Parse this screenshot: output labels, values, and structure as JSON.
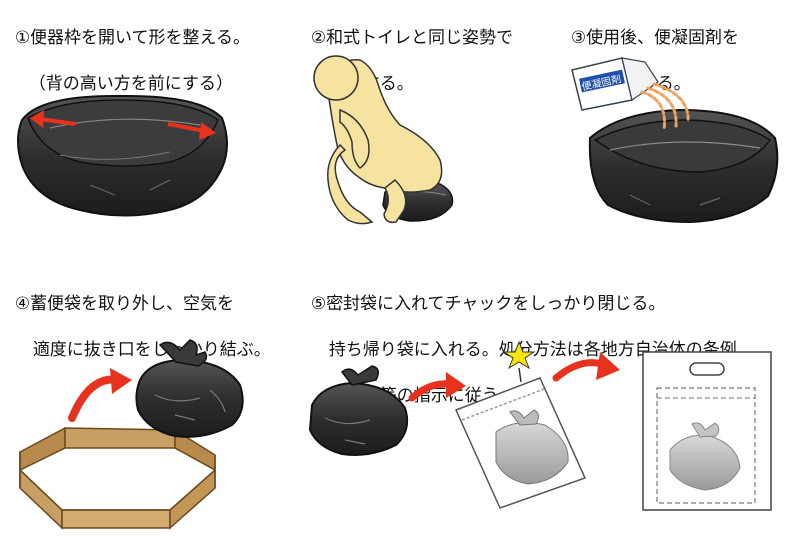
{
  "steps": [
    {
      "number": "①",
      "lines": [
        "便器枠を開いて形を整える。",
        "（背の高い方を前にする）"
      ]
    },
    {
      "number": "②",
      "lines": [
        "和式トイレと同じ姿勢で",
        "用便する。"
      ]
    },
    {
      "number": "③",
      "lines": [
        "使用後、便凝固剤を",
        "ふりかける。"
      ],
      "package_label": "便凝固剤"
    },
    {
      "number": "④",
      "lines": [
        "蓄便袋を取り外し、空気を",
        "適度に抜き口をしっかり結ぶ。"
      ]
    },
    {
      "number": "⑤",
      "lines": [
        "密封袋に入れてチャックをしっかり閉じる。",
        "持ち帰り袋に入れる。処分方法は各地方自治体の条例、",
        "避難所等の指示に従う。"
      ]
    }
  ],
  "colors": {
    "bag_dark": "#2b2b2b",
    "bag_mid": "#4a4a4a",
    "arrow_red": "#e8321e",
    "skin": "#f7e3a0",
    "cardboard": "#c9a064",
    "star": "#ffe600"
  }
}
